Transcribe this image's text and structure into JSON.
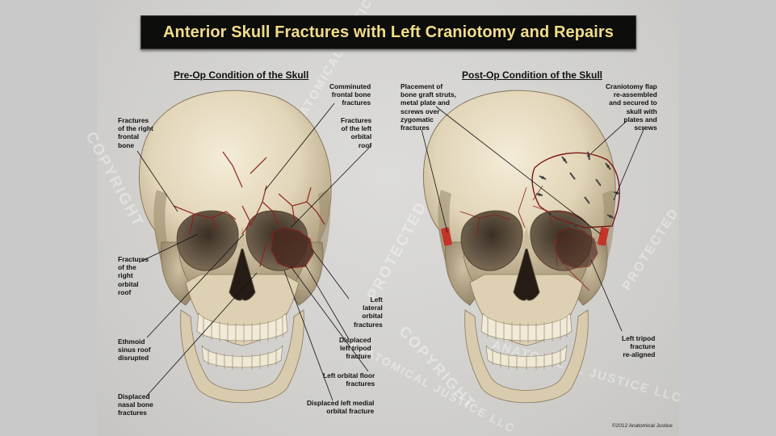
{
  "title": "Anterior Skull Fractures with Left Craniotomy and Repairs",
  "pre_op": {
    "subtitle": "Pre-Op Condition of the Skull",
    "labels": {
      "comminuted": "Comminuted\nfrontal bone\nfractures",
      "right_frontal": "Fractures\nof the right\nfrontal\nbone",
      "left_orbital_roof": "Fractures\nof the left\norbital\nroof",
      "right_orbital_roof": "Fractures\nof the\nright\norbital\nroof",
      "left_lateral": "Left\nlateral\norbital\nfractures",
      "ethmoid": "Ethmoid\nsinus roof\ndisrupted",
      "displaced_tripod": "Displaced\nleft tripod\nfracture",
      "orbital_floor": "Left orbital floor\nfractures",
      "nasal": "Displaced\nnasal bone\nfractures",
      "medial": "Displaced left medial\norbital fracture"
    }
  },
  "post_op": {
    "subtitle": "Post-Op Condition of the Skull",
    "labels": {
      "placement": "Placement of\nbone graft struts,\nmetal plate and\nscrews over\nzygomatic\nfractures",
      "craniotomy": "Craniotomy flap\nre-assembled\nand secured to\nskull with\nplates and\nscrews",
      "tripod_realigned": "Left tripod\nfracture\nre-aligned"
    }
  },
  "watermark": {
    "copyright": "COPYRIGHT",
    "protected": "PROTECTED",
    "company": "ANATOMICAL JUSTICE LLC"
  },
  "copyright_notice": "©2012 Anatomical Justice",
  "colors": {
    "title_bg": "#0d0d0c",
    "title_text": "#f1dd8a",
    "fracture": "#8a1f1a",
    "plate_red": "#c4332a",
    "bone": "#e6dcc4",
    "bone_shadow": "#a39478"
  }
}
